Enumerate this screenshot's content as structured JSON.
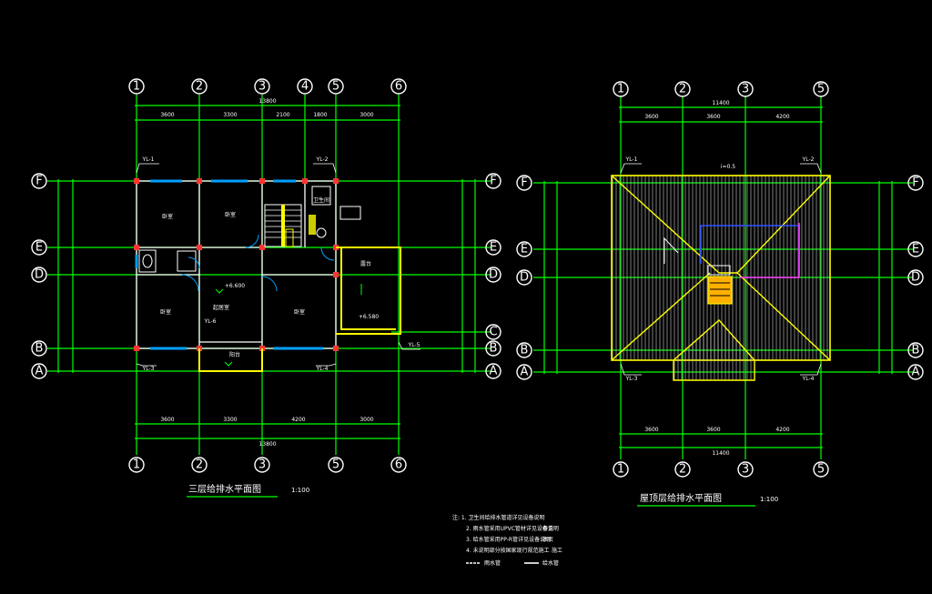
{
  "left_plan": {
    "title": "三层给排水平面图",
    "scale": "1:100",
    "top_axes": [
      "1",
      "2",
      "3",
      "4",
      "5",
      "6"
    ],
    "bottom_axes": [
      "1",
      "2",
      "3",
      "5",
      "6"
    ],
    "row_axes": [
      "F",
      "E",
      "D",
      "C",
      "B",
      "A"
    ],
    "top_dims": [
      "3600",
      "3300",
      "2100",
      "1800",
      "3000"
    ],
    "top_total": "13800",
    "bottom_dims": [
      "3600",
      "3300",
      "4200",
      "3000"
    ],
    "bottom_total": "13800",
    "rooms": {
      "r1": "卧室",
      "r2": "卧室",
      "r3": "卧室",
      "r4": "起居室",
      "r5": "卧室",
      "r6": "露台",
      "r7": "阳台",
      "r8": "卫生间"
    },
    "pipe_labels": {
      "yl1": "YL-1",
      "yl2": "YL-2",
      "yl3": "YL-3",
      "yl4": "YL-4",
      "yl5": "YL-5",
      "yl6": "YL-6"
    },
    "levels": {
      "l1": "+6.600",
      "l2": "+6.580"
    }
  },
  "right_plan": {
    "title": "屋顶层给排水平面图",
    "scale": "1:100",
    "top_axes": [
      "1",
      "2",
      "3",
      "5"
    ],
    "bottom_axes": [
      "1",
      "2",
      "3",
      "5"
    ],
    "row_axes": [
      "F",
      "E",
      "D",
      "B",
      "A"
    ],
    "top_dims": [
      "3600",
      "3600",
      "4200"
    ],
    "top_total": "11400",
    "bottom_dims": [
      "3600",
      "3600",
      "4200"
    ],
    "bottom_total": "11400",
    "pipe_labels": {
      "yl1": "YL-1",
      "yl2": "YL-2",
      "yl3": "YL-3",
      "yl4": "YL-4"
    },
    "slope": "i=0.5"
  },
  "notes": {
    "lines": [
      "注: 1. 卫生间给排水管道详见设备说明",
      "2. 雨水管采用UPVC管材详见设备说明",
      "3. 给水管采用PP-R管详见设备说明",
      "4. 未说明部分按国家现行规范施工"
    ],
    "side": [
      "参见",
      "本页",
      "施工"
    ],
    "legend": [
      "雨水管",
      "给水管"
    ]
  },
  "colors": {
    "grid": "#00ff00",
    "wall": "#ffffff",
    "column": "#ff3333",
    "window": "#00a0ff",
    "fixture": "#ffff00",
    "pipe_blue": "#3050ff",
    "pipe_magenta": "#ff33ff"
  }
}
